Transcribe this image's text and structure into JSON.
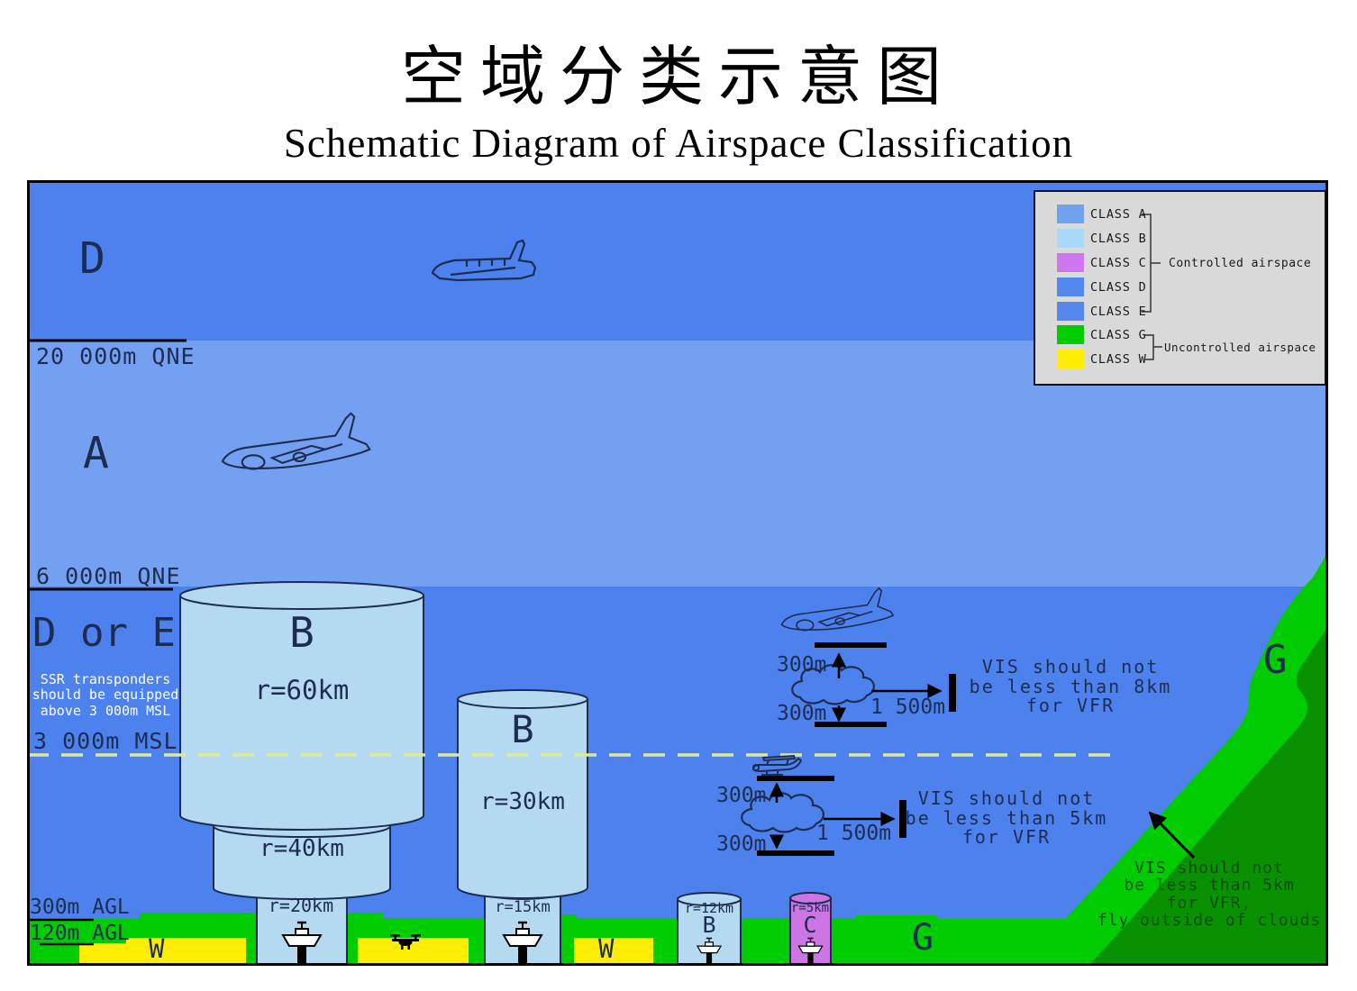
{
  "title": {
    "zh": "空域分类示意图",
    "en": "Schematic Diagram of Airspace Classification"
  },
  "legend": {
    "rows": [
      {
        "label": "CLASS A",
        "color": "#70a2ee"
      },
      {
        "label": "CLASS B",
        "color": "#aad8f8"
      },
      {
        "label": "CLASS C",
        "color": "#cc77ee"
      },
      {
        "label": "CLASS D",
        "color": "#5588ee"
      },
      {
        "label": "CLASS E",
        "color": "#5588ee"
      },
      {
        "label": "CLASS G",
        "color": "#00cc00"
      },
      {
        "label": "CLASS W",
        "color": "#ffee00"
      }
    ],
    "controlled_label": "Controlled airspace",
    "uncontrolled_label": "Uncontrolled airspace"
  },
  "levels": {
    "qne_20000": "20 000m QNE",
    "qne_6000": "6 000m QNE",
    "msl_3000": "3 000m MSL",
    "agl_300": "300m AGL",
    "agl_120": "120m AGL"
  },
  "airspace_labels": {
    "class_d": "D",
    "class_a": "A",
    "class_d_or_e": "D or E",
    "class_g_mountain": "G",
    "class_g_ground": "G",
    "class_w_left": "W",
    "class_w_right": "W",
    "class_b_large": "B",
    "class_b_medium": "B",
    "class_b_small": "B",
    "class_c_small": "C"
  },
  "radii": {
    "r60": "r=60km",
    "r40": "r=40km",
    "r20": "r=20km",
    "r30": "r=30km",
    "r15": "r=15km",
    "r12": "r=12km",
    "r5": "r=5km"
  },
  "notes": {
    "ssr": "SSR transponders\nshould be equipped\nabove 3 000m MSL",
    "vis_8km": "VIS should not\nbe less than 8km\nfor VFR",
    "vis_5km": "VIS should not\nbe less than 5km\nfor VFR",
    "vis_5km_mountain": "VIS should not\nbe less than 5km\nfor VFR,\nfly outside of clouds"
  },
  "measurements": {
    "upper_above": "300m",
    "upper_below": "300m",
    "upper_horizontal": "1 500m",
    "lower_above": "300m",
    "lower_below": "300m",
    "lower_horizontal": "1 500m"
  },
  "colors": {
    "band_class_d": "#4d82ee",
    "band_class_a": "#73a0f0",
    "band_d_or_e": "#4d82ee",
    "cylinder_fill": "#b6d9f2",
    "class_c_fill": "#cb76e4",
    "terrain_green": "#00cc00",
    "terrain_dark_green": "#089202",
    "class_w_yellow": "#ffee00",
    "msl_dashed_line": "#dcea96",
    "ink": "#1d2d52"
  }
}
